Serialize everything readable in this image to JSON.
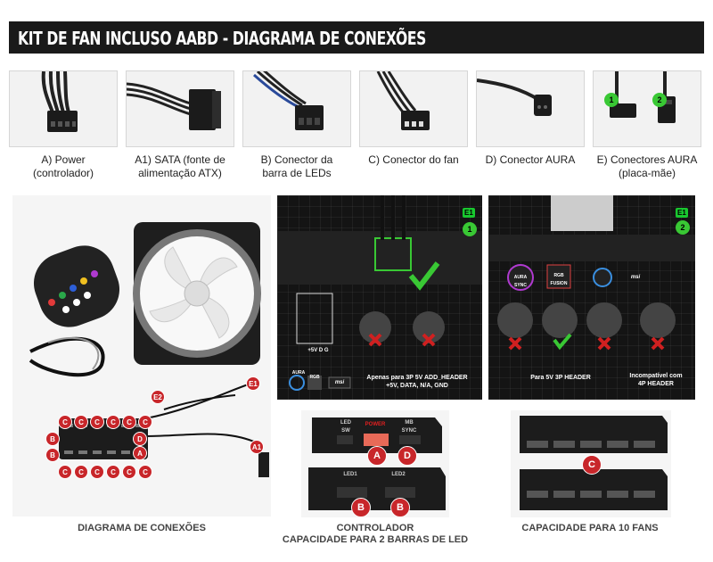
{
  "header": {
    "title": "KIT DE FAN INCLUSO AABD - DIAGRAMA DE CONEXÕES"
  },
  "connectors": [
    {
      "label_line1": "A) Power",
      "label_line2": "(controlador)"
    },
    {
      "label_line1": "A1) SATA (fonte de",
      "label_line2": "alimentação ATX)"
    },
    {
      "label_line1": "B) Conector da",
      "label_line2": "barra de LEDs"
    },
    {
      "label_line1": "C) Conector do fan",
      "label_line2": ""
    },
    {
      "label_line1": "D) Conector AURA",
      "label_line2": ""
    },
    {
      "label_line1": "E) Conectores AURA",
      "label_line2": "(placa-mãe)"
    }
  ],
  "pin_markers": {
    "one": "1",
    "two": "2"
  },
  "diagram": {
    "caption": "DIAGRAMA DE CONEXÕES",
    "markers": [
      "C",
      "C",
      "C",
      "C",
      "C",
      "C",
      "B",
      "B",
      "D",
      "A",
      "C",
      "C",
      "C",
      "C",
      "C",
      "C",
      "E2",
      "E1",
      "A1"
    ]
  },
  "aura_panel_1": {
    "tag": "E1",
    "pin": "1",
    "text_line1": "Apenas para 3P 5V ADD_HEADER",
    "text_line2": "+5V, DATA, N/A, GND",
    "pin_legend": "+5V  D     G",
    "logos": [
      "AURA",
      "RGB",
      "msi"
    ]
  },
  "aura_panel_2": {
    "tag_1": "E1",
    "tag_2": "2",
    "text_left": "Para 5V 3P HEADER",
    "text_right_line1": "Incompatível com",
    "text_right_line2": "4P HEADER",
    "logos": [
      "AURA SYNC",
      "RGB FUSION",
      "msi"
    ]
  },
  "controller": {
    "caption_line1": "CONTROLADOR",
    "caption_line2": "CAPACIDADE PARA 2 BARRAS DE LED",
    "top_labels": [
      "LED SW",
      "POWER",
      "MB SYNC"
    ],
    "bottom_labels": [
      "LED1",
      "LED2"
    ],
    "markers": [
      "A",
      "D",
      "B",
      "B"
    ]
  },
  "fan_capacity": {
    "caption": "CAPACIDADE PARA 10 FANS",
    "marker": "C"
  }
}
